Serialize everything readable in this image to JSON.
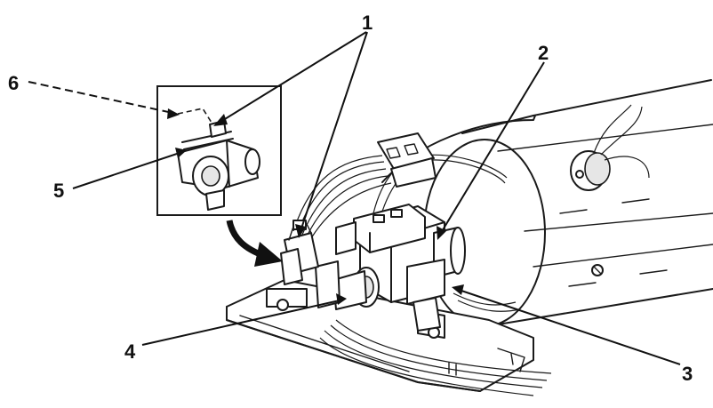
{
  "callouts": {
    "c1": "1",
    "c2": "2",
    "c3": "3",
    "c4": "4",
    "c5": "5",
    "c6": "6"
  },
  "colors": {
    "ink": "#111111",
    "background": "#ffffff"
  }
}
